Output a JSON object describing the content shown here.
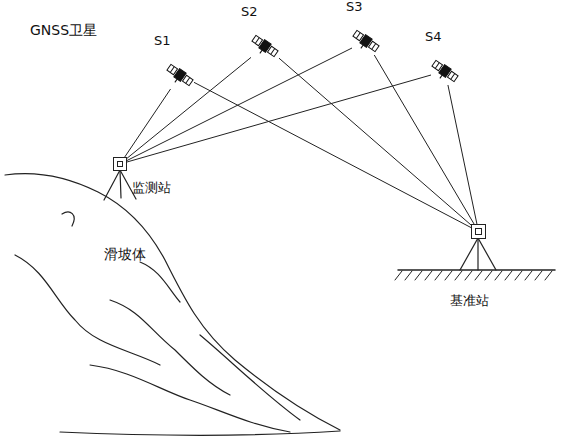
{
  "diagram": {
    "nodes": [
      {
        "text": [
          "S1"
        ]
      },
      {
        "text": [
          "S2"
        ]
      },
      {
        "text": [
          "S3"
        ]
      },
      {
        "text": [
          "S4"
        ]
      },
      {
        "text": [
          "监测站"
        ]
      },
      {
        "text": [
          "基准站"
        ]
      }
    ],
    "edges": [
      {
        "from": 0,
        "to": 4,
        "arrow": "none"
      },
      {
        "from": 1,
        "to": 4,
        "arrow": "none"
      },
      {
        "from": 2,
        "to": 4,
        "arrow": "none"
      },
      {
        "from": 3,
        "to": 4,
        "arrow": "none"
      },
      {
        "from": 0,
        "to": 5,
        "arrow": "none"
      },
      {
        "from": 1,
        "to": 5,
        "arrow": "none"
      },
      {
        "from": 2,
        "to": 5,
        "arrow": "none"
      },
      {
        "from": 3,
        "to": 5,
        "arrow": "none"
      }
    ],
    "labels": [
      "GNSS卫星",
      "滑坡体"
    ]
  }
}
